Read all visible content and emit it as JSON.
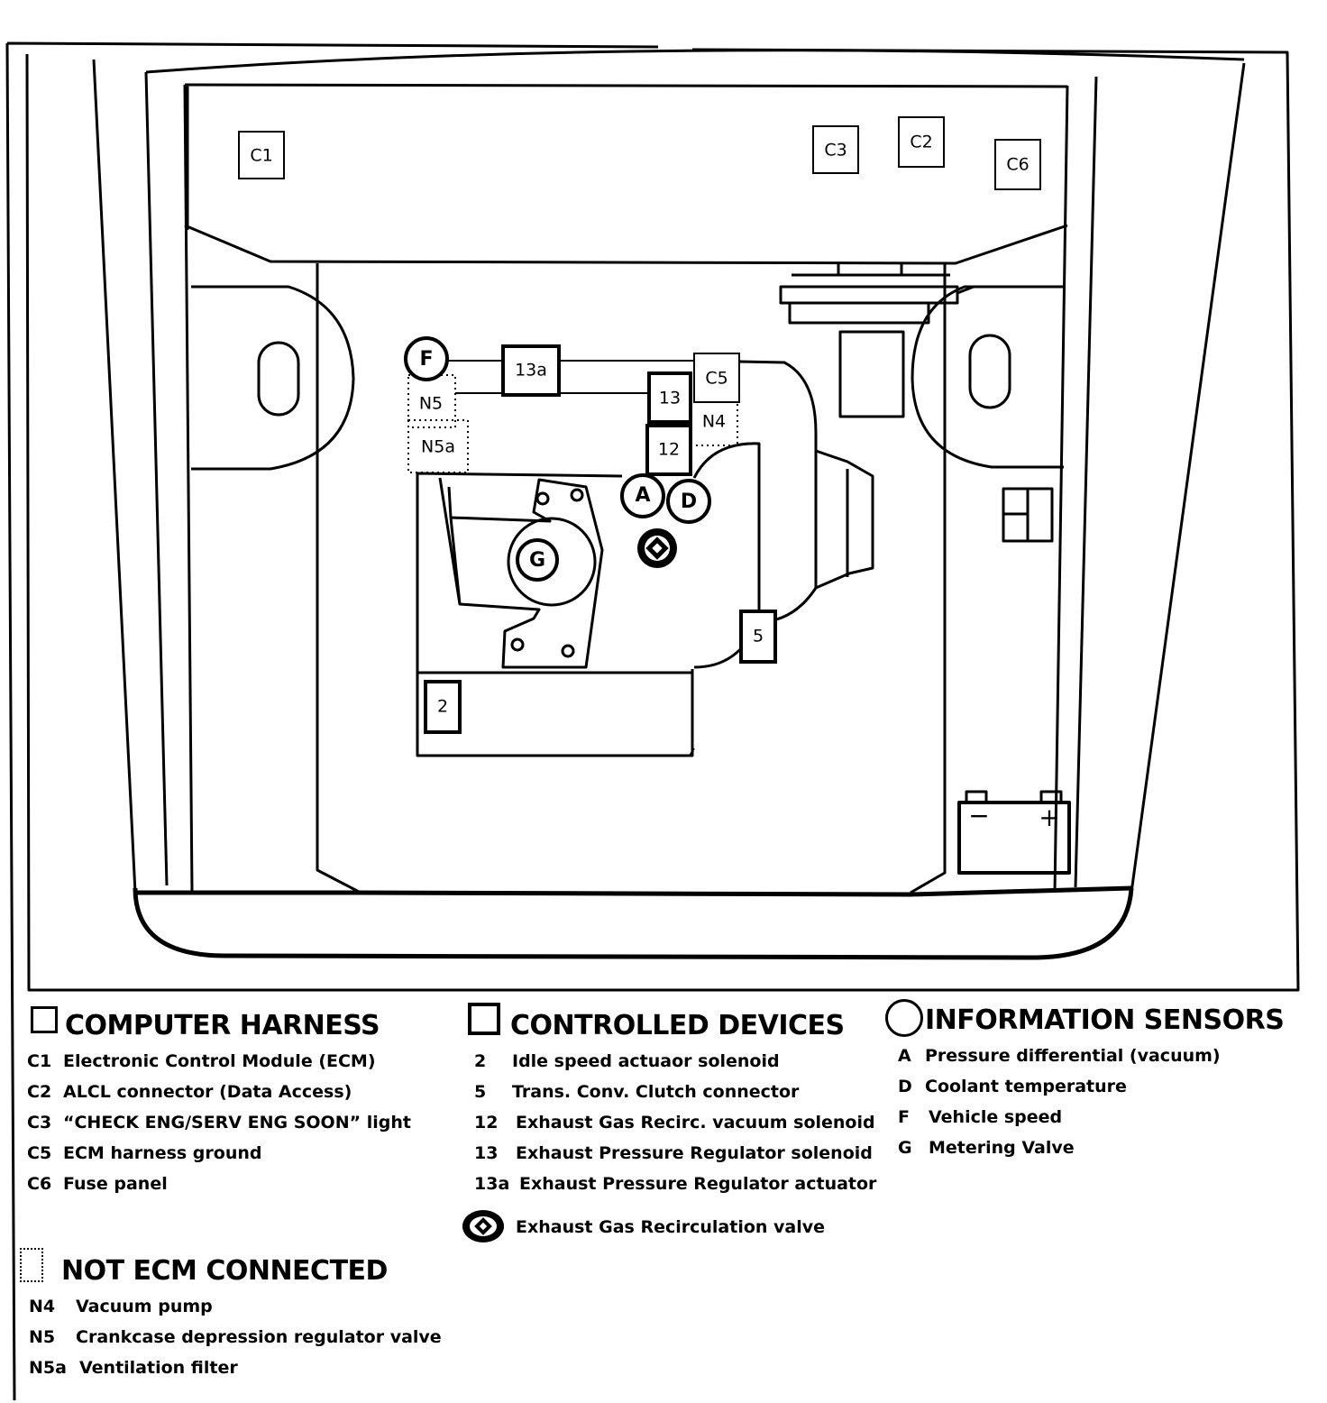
{
  "labels": {
    "C1": "C1",
    "C2": "C2",
    "C3": "C3",
    "C5": "C5",
    "C6": "C6",
    "N4": "N4",
    "N5": "N5",
    "N5a": "N5a",
    "d2": "2",
    "d5": "5",
    "d12": "12",
    "d13": "13",
    "d13a": "13a",
    "A": "A",
    "D": "D",
    "F": "F",
    "G": "G",
    "battery_minus": "−",
    "battery_plus": "+"
  },
  "legend": {
    "computer_harness": {
      "title": "COMPUTER HARNESS",
      "items": [
        {
          "code": "C1",
          "desc": "Electronic Control Module (ECM)"
        },
        {
          "code": "C2",
          "desc": "ALCL connector (Data Access)"
        },
        {
          "code": "C3",
          "desc": "“CHECK ENG/SERV ENG SOON” light"
        },
        {
          "code": "C5",
          "desc": "ECM harness ground"
        },
        {
          "code": "C6",
          "desc": "Fuse panel"
        }
      ]
    },
    "controlled_devices": {
      "title": "CONTROLLED DEVICES",
      "items": [
        {
          "code": "2",
          "desc": "Idle speed actuaor solenoid"
        },
        {
          "code": "5",
          "desc": "Trans. Conv. Clutch connector"
        },
        {
          "code": "12",
          "desc": "Exhaust Gas Recirc. vacuum solenoid"
        },
        {
          "code": "13",
          "desc": "Exhaust  Pressure Regulator solenoid"
        },
        {
          "code": "13a",
          "desc": "Exhaust  Pressure Regulator actuator"
        }
      ],
      "egr_desc": "Exhaust Gas Recirculation valve"
    },
    "information_sensors": {
      "title": "INFORMATION SENSORS",
      "items": [
        {
          "code": "A",
          "desc": "Pressure differential (vacuum)"
        },
        {
          "code": "D",
          "desc": "Coolant temperature"
        },
        {
          "code": "F",
          "desc": "Vehicle speed"
        },
        {
          "code": "G",
          "desc": "Metering Valve"
        }
      ]
    },
    "not_ecm_connected": {
      "title": "NOT ECM CONNECTED",
      "items": [
        {
          "code": "N4",
          "desc": "Vacuum pump"
        },
        {
          "code": "N5",
          "desc": "Crankcase depression regulator valve"
        },
        {
          "code": "N5a",
          "desc": "Ventilation filter"
        }
      ]
    }
  }
}
